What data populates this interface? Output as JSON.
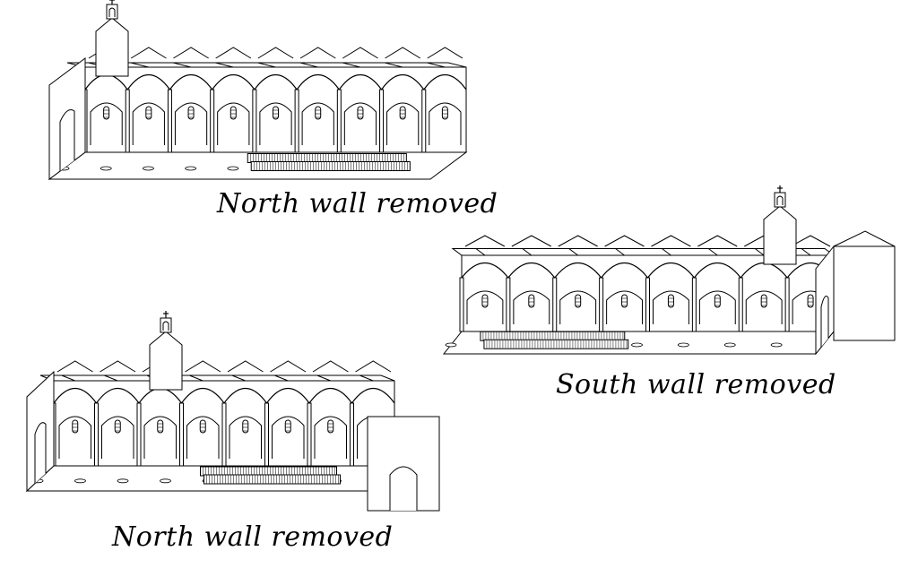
{
  "views": [
    {
      "caption": "North wall removed"
    },
    {
      "caption": "South wall removed"
    },
    {
      "caption": "North wall removed"
    }
  ]
}
